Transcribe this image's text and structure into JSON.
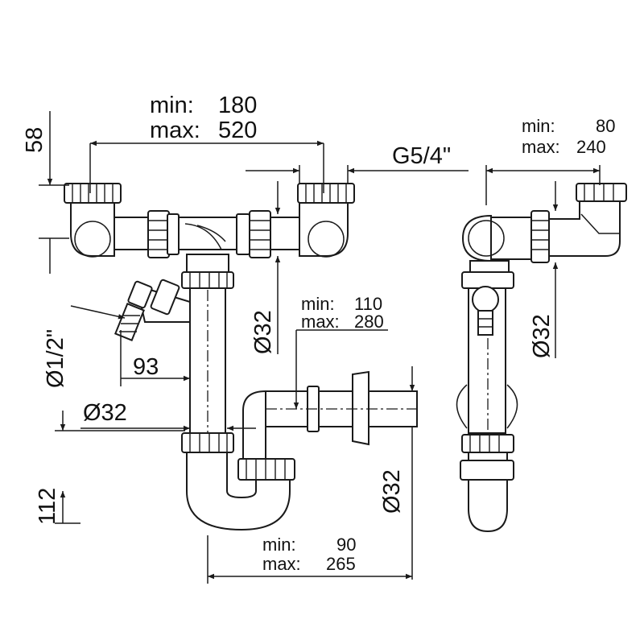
{
  "diagram": {
    "dimensions": {
      "top_width": {
        "min_label": "min:",
        "min_value": "180",
        "max_label": "max:",
        "max_value": "520"
      },
      "height_58": "58",
      "thread": "G5/4\"",
      "side_width": {
        "min_label": "min:",
        "min_value": "80",
        "max_label": "max:",
        "max_value": "240"
      },
      "dia_hose": "Ø1/2\"",
      "offset_93": "93",
      "dia_32_left": "Ø32",
      "dia_32_center": "Ø32",
      "dia_32_side": "Ø32",
      "dia_32_outlet": "Ø32",
      "outlet_range": {
        "min_label": "min:",
        "min_value": "110",
        "max_label": "max:",
        "max_value": "280"
      },
      "height_112": "112",
      "bottom_width": {
        "min_label": "min:",
        "min_value": "90",
        "max_label": "max:",
        "max_value": "265"
      }
    }
  }
}
